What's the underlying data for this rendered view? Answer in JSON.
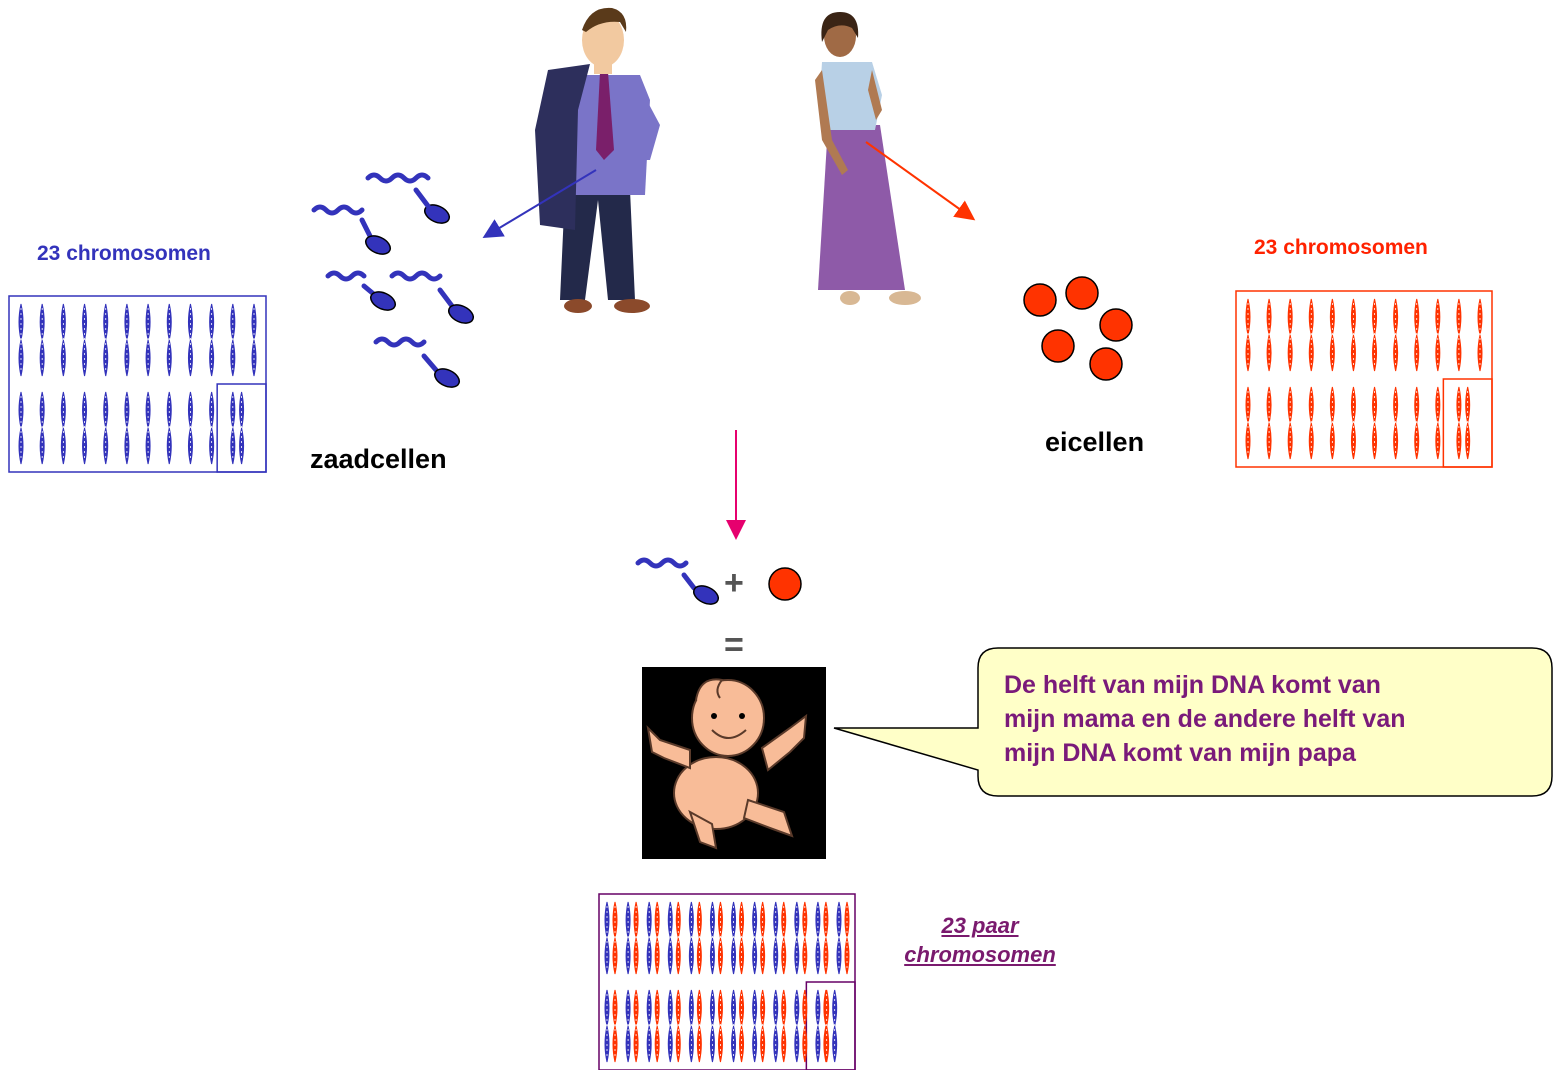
{
  "colors": {
    "male": "#3333bb",
    "female": "#ff3300",
    "pair_box": "#660066",
    "fertilization_arrow": "#e6006e",
    "bubble_fill": "#ffffc8",
    "bubble_text": "#7a1a7a",
    "pair_text": "#7a1a6e"
  },
  "father": {
    "chromosome_label": "23 chromosomen",
    "cells_label": "zaadcellen"
  },
  "mother": {
    "chromosome_label": "23 chromosomen",
    "cells_label": "eicellen"
  },
  "equation": {
    "plus": "+",
    "equals": "="
  },
  "speech_bubble": {
    "line1": "De helft van mijn DNA komt van",
    "line2": "mijn mama en de andere helft van",
    "line3": "mijn DNA komt van mijn papa"
  },
  "child": {
    "pair_label_line1": "23 paar",
    "pair_label_line2": "chromosomen"
  },
  "icons": [
    "man-figure",
    "woman-figure",
    "sperm-icon",
    "egg-icon",
    "baby-icon",
    "chromosome-icon"
  ]
}
